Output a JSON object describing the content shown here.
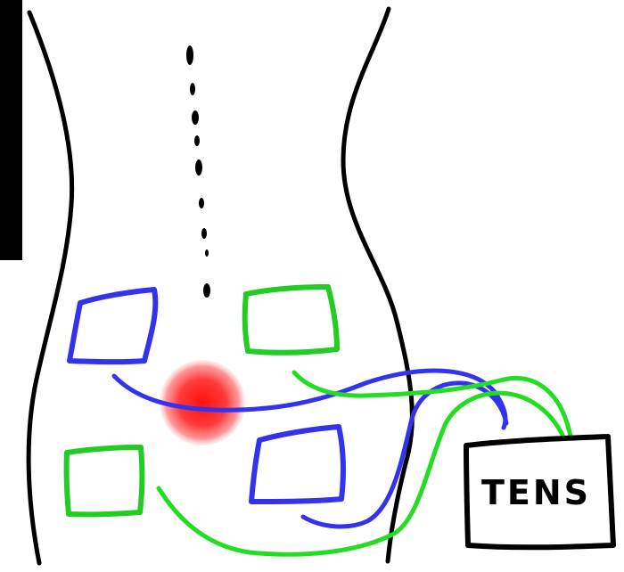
{
  "device": {
    "label": "TENS"
  },
  "colors": {
    "outline": "#000000",
    "channel_a": "#3333ee",
    "channel_b": "#22dd22",
    "pain_center": "#ff2020",
    "background": "#ffffff"
  },
  "electrodes": [
    {
      "channel": "channel_a",
      "quadrant": "upper-left"
    },
    {
      "channel": "channel_b",
      "quadrant": "upper-right"
    },
    {
      "channel": "channel_b",
      "quadrant": "lower-left"
    },
    {
      "channel": "channel_a",
      "quadrant": "lower-right"
    }
  ],
  "icons": {
    "pain_point": "pain-spot-icon",
    "spine": "spine-dashes-icon"
  }
}
